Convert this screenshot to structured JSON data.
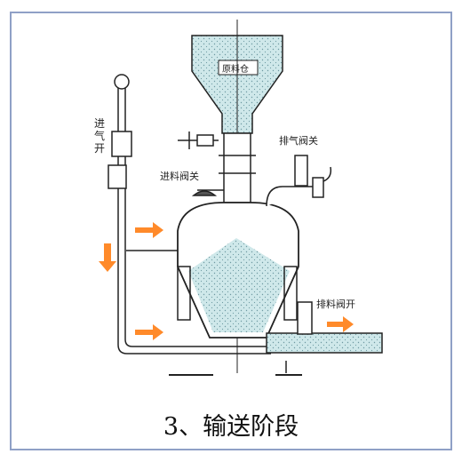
{
  "title": "3、输送阶段",
  "labels": {
    "silo": "原料仓",
    "inlet_valve": "进料阀关",
    "vent_valve": "排气阀关",
    "discharge_valve": "排料阀开",
    "air_in_open": [
      "进",
      "气",
      "开"
    ]
  },
  "colors": {
    "material_fill": "#cfe8ea",
    "arrow": "#ff8a2a",
    "line": "#222222",
    "frame": "#8fa0c6"
  },
  "icons": [
    "flow-arrow-icon",
    "handwheel-valve-icon",
    "sight-glass-icon",
    "silencer-icon"
  ]
}
